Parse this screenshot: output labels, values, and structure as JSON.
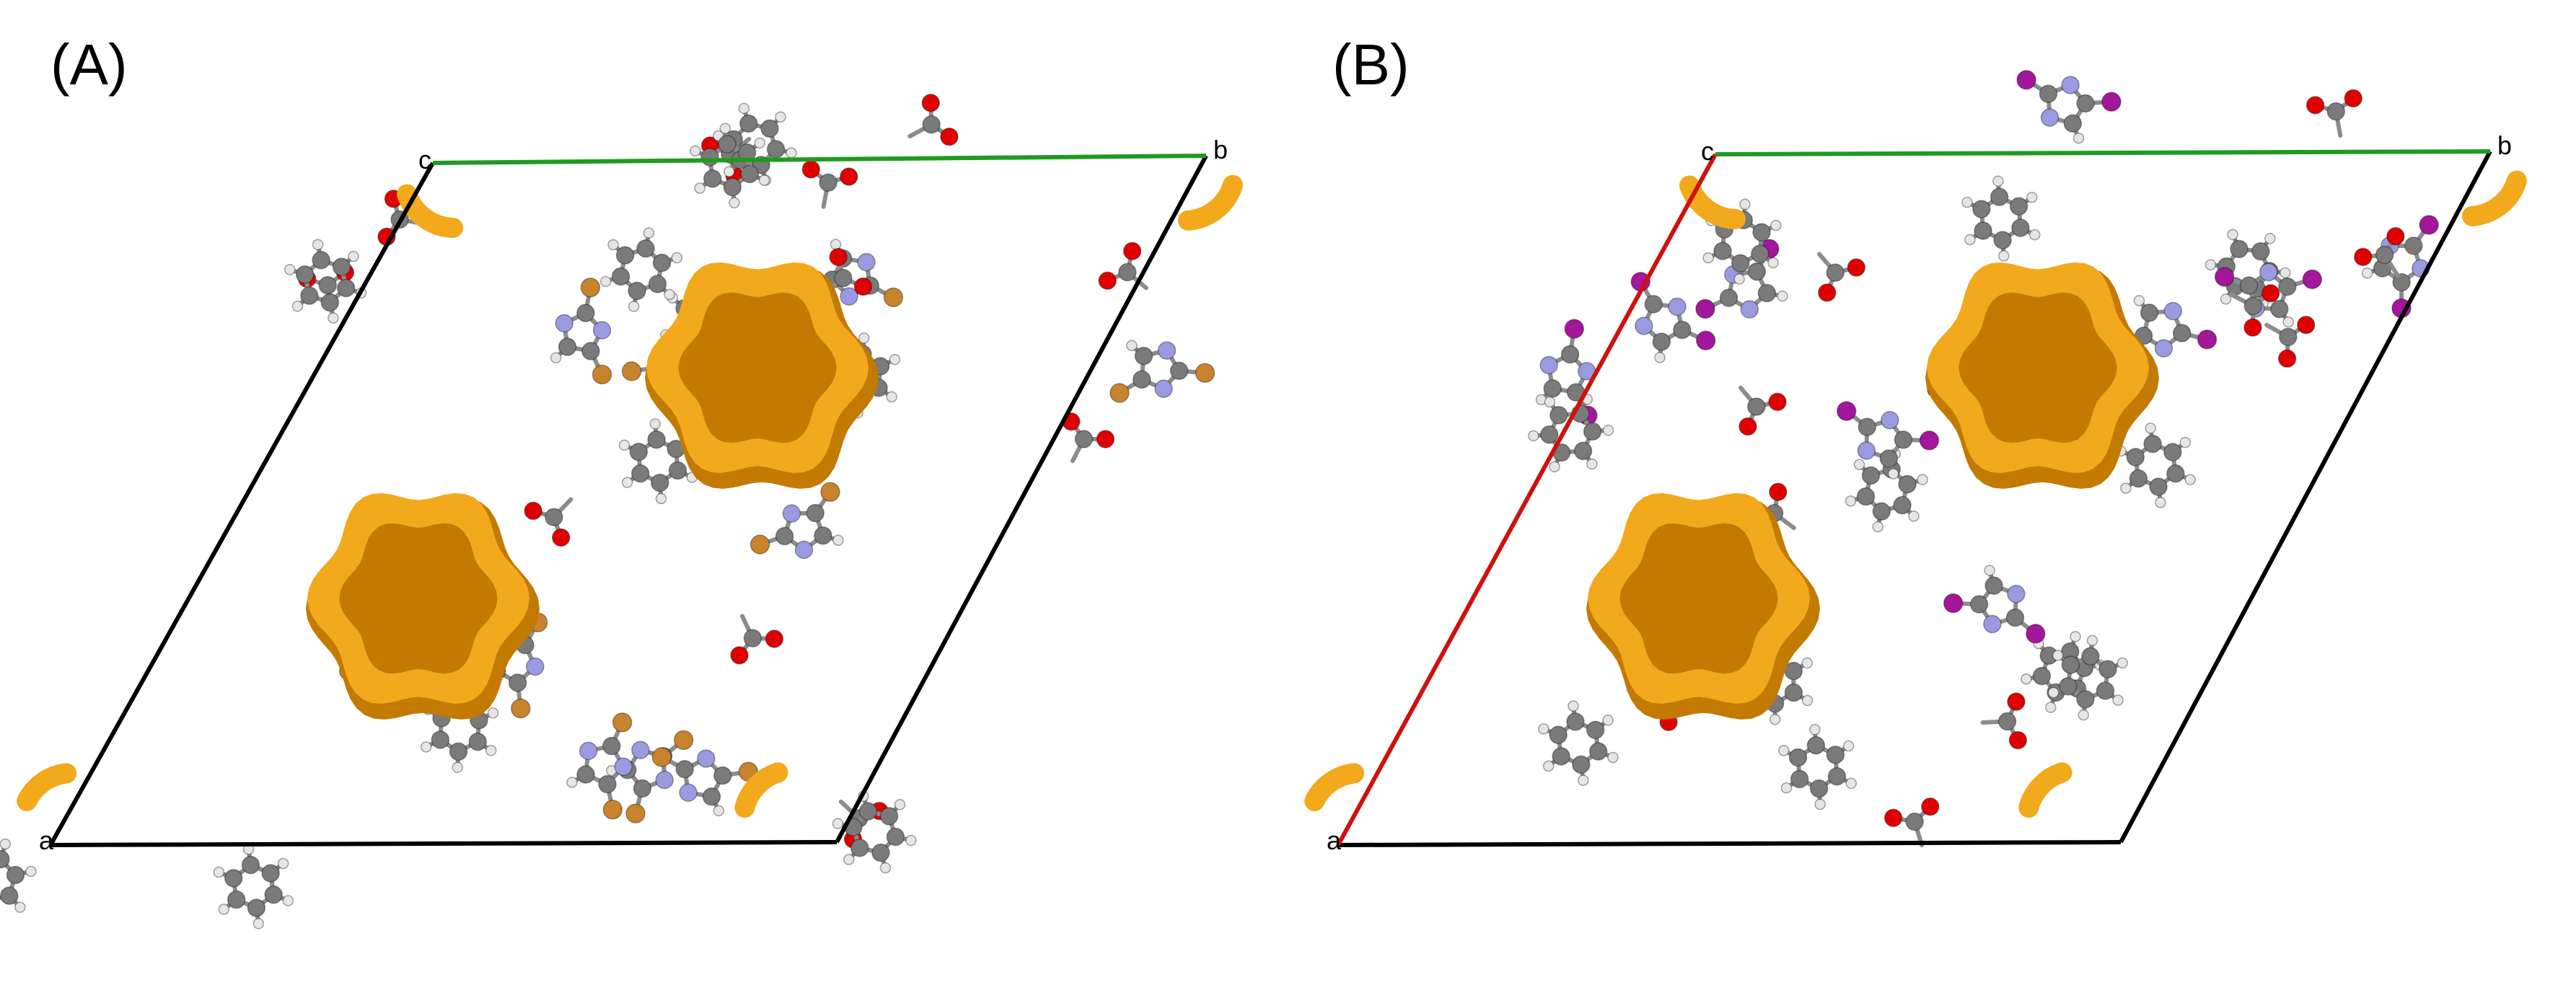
{
  "panels": [
    {
      "id": "A",
      "label": "(A)",
      "halogen_color": "#c8832c"
    },
    {
      "id": "B",
      "label": "(B)",
      "halogen_color": "#a4169c"
    }
  ],
  "axes": {
    "a": "a",
    "b": "b",
    "c": "c"
  },
  "colors": {
    "carbon": "#7a7a7a",
    "hydrogen": "#e6e6e6",
    "oxygen": "#e00000",
    "nitrogen": "#9a9ae0",
    "cell_edge": "#000000",
    "b_axis": "#1f9b1f",
    "a_axis": "#d01010",
    "channel": "#f2a91c",
    "channel_shade": "#c27a00"
  }
}
